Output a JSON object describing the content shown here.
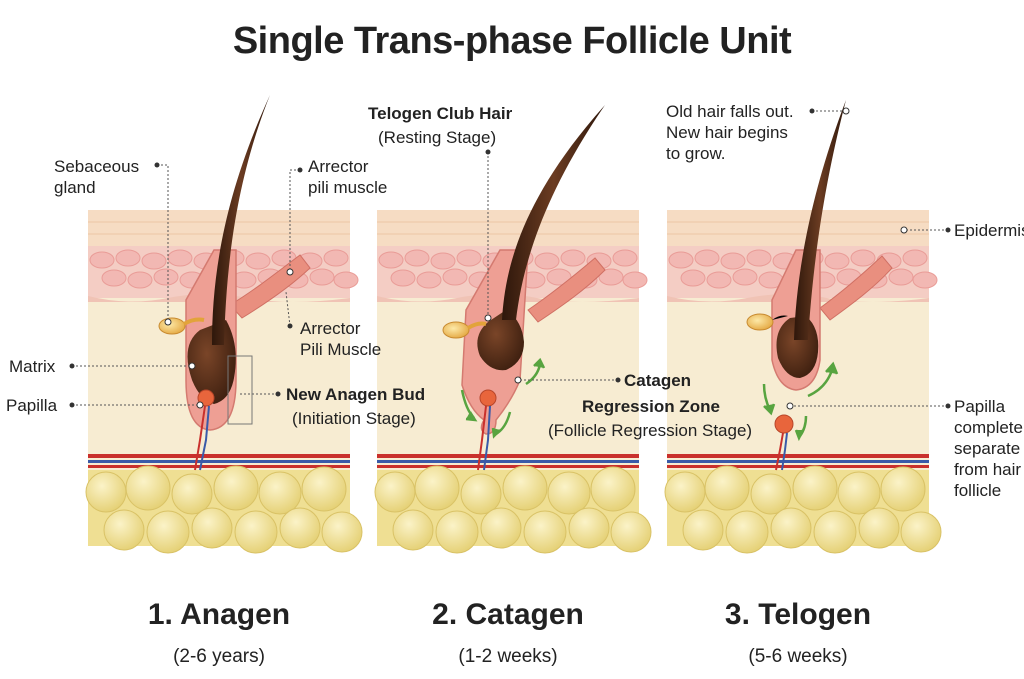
{
  "title": "Single Trans-phase Follicle Unit",
  "labels": {
    "sebaceous_gland": [
      "Sebaceous",
      "gland"
    ],
    "arrector_pili_top": [
      "Arrector",
      "pili muscle"
    ],
    "arrector_pili_bottom": [
      "Arrector",
      "Pili Muscle"
    ],
    "matrix": "Matrix",
    "papilla": "Papilla",
    "new_anagen_bud": "New Anagen Bud",
    "initiation_stage": "(Initiation Stage)",
    "telogen_club_hair": "Telogen Club Hair",
    "resting_stage": "(Resting Stage)",
    "catagen": "Catagen",
    "regression_zone": "Regression Zone",
    "follicle_regression_stage": "(Follicle Regression Stage)",
    "old_hair": [
      "Old hair falls out.",
      "New hair begins",
      "to grow."
    ],
    "epidermis": "Epidermis",
    "papilla_separated": [
      "Papilla",
      "complete",
      "separate",
      "from hair",
      "follicle"
    ]
  },
  "stages": [
    {
      "name": "1. Anagen",
      "duration": "(2-6 years)"
    },
    {
      "name": "2. Catagen",
      "duration": "(1-2 weeks)"
    },
    {
      "name": "3. Telogen",
      "duration": "(5-6 weeks)"
    }
  ],
  "colors": {
    "epidermis": "#f6dcc3",
    "dermis_cells": "#f3c6c3",
    "dermis": "#f7ecd2",
    "fat": "#eedf8e",
    "hair": "#4a2a17",
    "follicle": "#e88f86",
    "blood_red": "#c9302c",
    "blood_blue": "#3a5aa8",
    "arrow": "#58a440"
  }
}
